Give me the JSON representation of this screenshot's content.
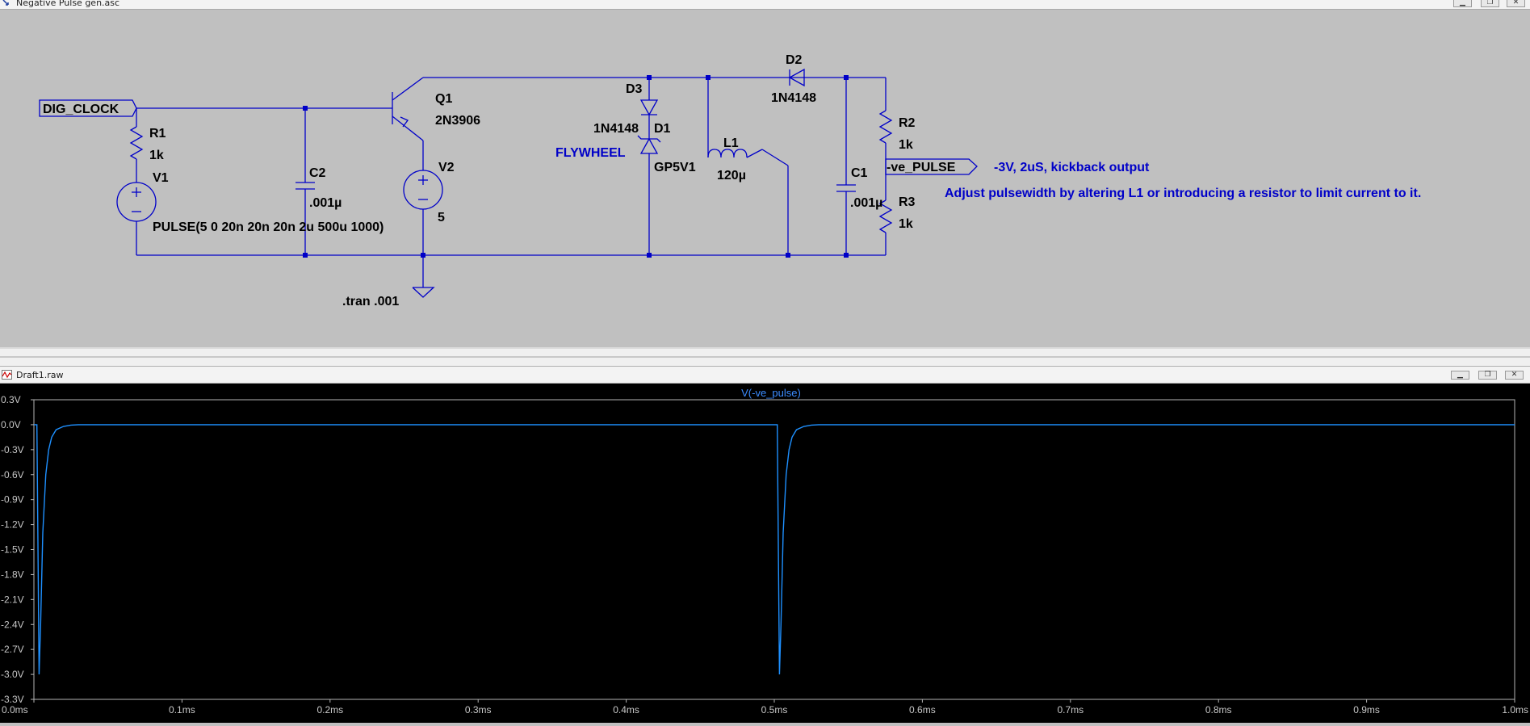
{
  "schematic_window": {
    "title": "Negative Pulse gen.asc",
    "buttons": [
      "minimize",
      "restore",
      "close"
    ]
  },
  "schematic": {
    "ports": {
      "dig_clock": "DIG_CLOCK",
      "out": "-ve_PULSE"
    },
    "components": {
      "r1": {
        "name": "R1",
        "value": "1k"
      },
      "v1": {
        "name": "V1",
        "value": "PULSE(5 0 20n 20n 20n 2u 500u 1000)"
      },
      "c2": {
        "name": "C2",
        "value": ".001µ"
      },
      "q1": {
        "name": "Q1",
        "value": "2N3906"
      },
      "v2": {
        "name": "V2",
        "value": "5"
      },
      "d3": {
        "name": "D3",
        "value": "1N4148"
      },
      "d1": {
        "name": "D1",
        "value": "GP5V1"
      },
      "d2": {
        "name": "D2",
        "value": "1N4148"
      },
      "l1": {
        "name": "L1",
        "value": "120µ"
      },
      "c1": {
        "name": "C1",
        "value": ".001µ"
      },
      "r2": {
        "name": "R2",
        "value": "1k"
      },
      "r3": {
        "name": "R3",
        "value": "1k"
      }
    },
    "net_label_flywheel": "FLYWHEEL",
    "directive": ".tran .001",
    "comment_1": "-3V, 2uS, kickback output",
    "comment_2": "Adjust pulsewidth by altering L1 or introducing a resistor to limit current to it."
  },
  "plot_window": {
    "title": "Draft1.raw",
    "buttons": [
      "minimize",
      "restore",
      "close"
    ]
  },
  "colors": {
    "wire": "#0000c8",
    "comment": "#0000c8",
    "trace": "#1e90ff",
    "trace_title": "#3c8cff",
    "plot_bg": "#000000",
    "axis_text": "#c8c8c8"
  },
  "chart_data": {
    "type": "line",
    "title": "V(-ve_pulse)",
    "xlabel": "",
    "ylabel": "",
    "xlim": [
      0,
      1.0
    ],
    "ylim": [
      -3.3,
      0.3
    ],
    "x_tick_labels": [
      "0.0ms",
      "0.1ms",
      "0.2ms",
      "0.3ms",
      "0.4ms",
      "0.5ms",
      "0.6ms",
      "0.7ms",
      "0.8ms",
      "0.9ms",
      "1.0ms"
    ],
    "x_ticks": [
      0,
      0.1,
      0.2,
      0.3,
      0.4,
      0.5,
      0.6,
      0.7,
      0.8,
      0.9,
      1.0
    ],
    "y_tick_labels": [
      "0.3V",
      "0.0V",
      "-0.3V",
      "-0.6V",
      "-0.9V",
      "-1.2V",
      "-1.5V",
      "-1.8V",
      "-2.1V",
      "-2.4V",
      "-2.7V",
      "-3.0V",
      "-3.3V"
    ],
    "y_ticks": [
      0.3,
      0.0,
      -0.3,
      -0.6,
      -0.9,
      -1.2,
      -1.5,
      -1.8,
      -2.1,
      -2.4,
      -2.7,
      -3.0,
      -3.3
    ],
    "grid": false,
    "series": [
      {
        "name": "V(-ve_pulse)",
        "x": [
          0,
          0.002,
          0.0035,
          0.0045,
          0.006,
          0.008,
          0.01,
          0.012,
          0.015,
          0.02,
          0.025,
          0.03,
          0.5,
          0.502,
          0.5035,
          0.5045,
          0.506,
          0.508,
          0.51,
          0.512,
          0.515,
          0.52,
          0.525,
          0.53,
          1.0
        ],
        "y": [
          0,
          0,
          -3.0,
          -2.4,
          -1.3,
          -0.6,
          -0.3,
          -0.15,
          -0.06,
          -0.02,
          -0.005,
          0,
          0,
          0,
          -3.0,
          -2.4,
          -1.3,
          -0.6,
          -0.3,
          -0.15,
          -0.06,
          -0.02,
          -0.005,
          0,
          0
        ]
      }
    ]
  }
}
